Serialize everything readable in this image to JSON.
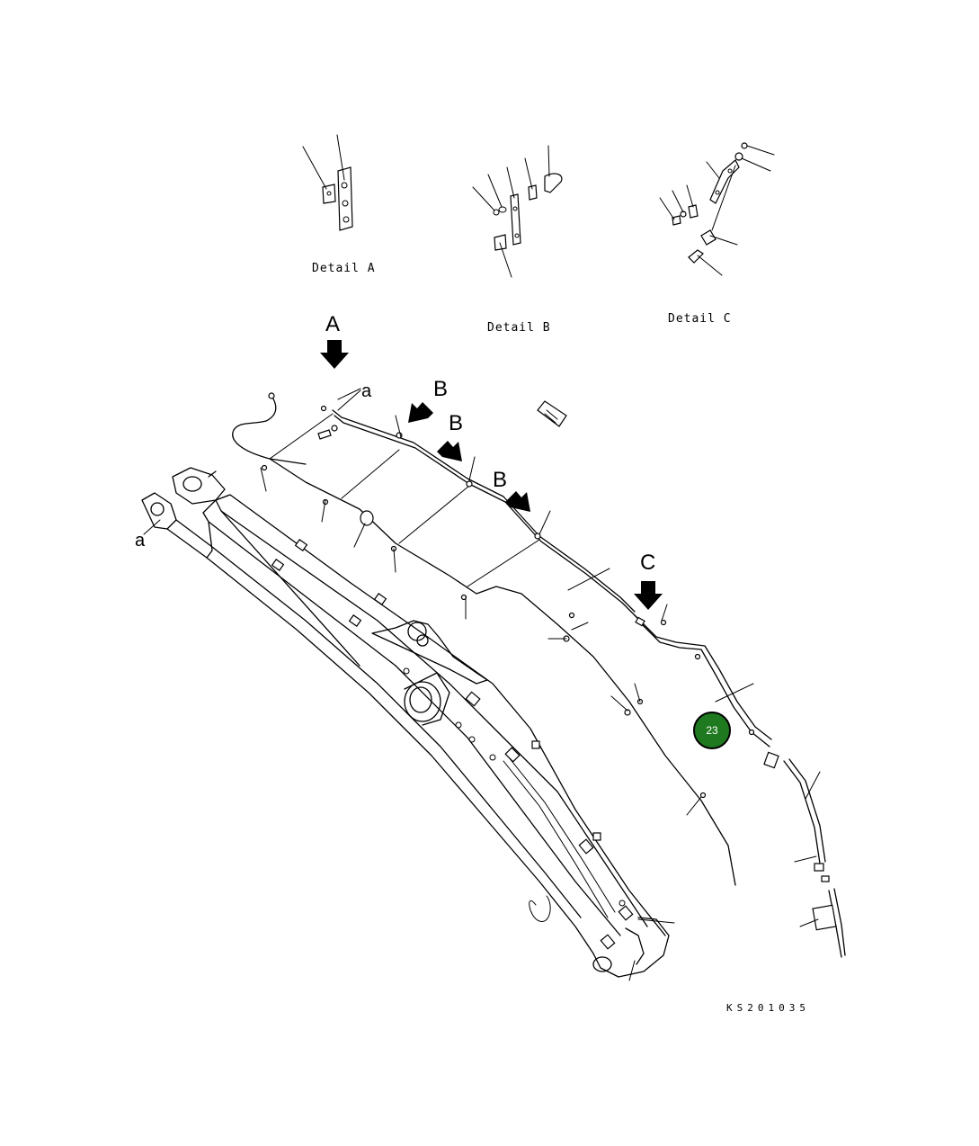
{
  "details": [
    {
      "id": "A",
      "label": "Detail A"
    },
    {
      "id": "B",
      "label": "Detail B"
    },
    {
      "id": "C",
      "label": "Detail C"
    }
  ],
  "view_arrows": {
    "A": "A",
    "B1": "B",
    "B2": "B",
    "B3": "B",
    "C": "C"
  },
  "reference_marks": {
    "a_top": "a",
    "a_left": "a"
  },
  "callout": {
    "number": "23",
    "color": "#1f7a1f",
    "ring_color": "#000000"
  },
  "drawing_code": "KS201035"
}
